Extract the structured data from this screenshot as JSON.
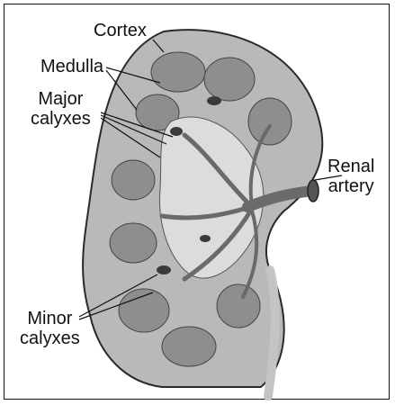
{
  "labels": {
    "cortex": "Cortex",
    "medulla": "Medulla",
    "major_calyxes": "Major\ncalyxes",
    "renal_artery": "Renal\nartery",
    "minor_calyxes": "Minor\ncalyxes"
  },
  "colors": {
    "cortex": "#b9b9b9",
    "medulla": "#8e8e8e",
    "sinus": "#dcdcdc",
    "vessel": "#6a6a6a",
    "outline": "#2a2a2a"
  }
}
